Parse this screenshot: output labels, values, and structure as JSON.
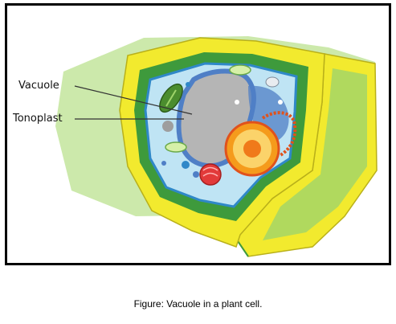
{
  "labels": {
    "vacuole": "Vacuole",
    "tonoplast": "Tonoplast"
  },
  "caption": "Figure: Vacuole in a plant cell.",
  "colors": {
    "cell_wall": "#f2ea2e",
    "cell_wall_edge": "#b9b01a",
    "membrane_green": "#3e9a3c",
    "background_cell": "#c9e8a6",
    "cytoplasm": "#bfe4f4",
    "vacuole": "#b5b5b5",
    "tonoplast": "#4f7fc6",
    "nucleus": "#f59b1c",
    "golgi": "#e23a3a",
    "chloroplast": "#4b8d2e"
  }
}
